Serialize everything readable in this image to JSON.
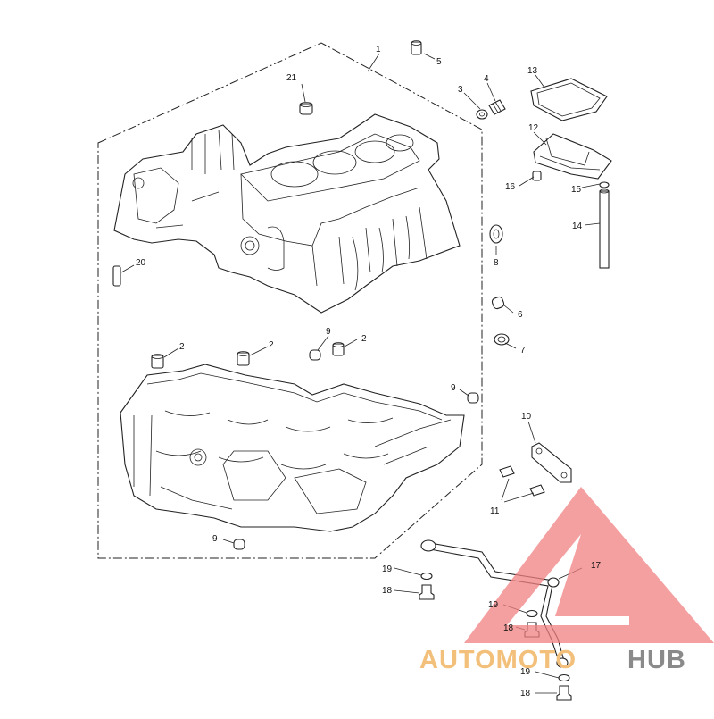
{
  "diagram": {
    "callouts": [
      {
        "id": "c1",
        "label": "1"
      },
      {
        "id": "c2a",
        "label": "2"
      },
      {
        "id": "c2b",
        "label": "2"
      },
      {
        "id": "c2c",
        "label": "2"
      },
      {
        "id": "c3",
        "label": "3"
      },
      {
        "id": "c4",
        "label": "4"
      },
      {
        "id": "c5",
        "label": "5"
      },
      {
        "id": "c6",
        "label": "6"
      },
      {
        "id": "c7",
        "label": "7"
      },
      {
        "id": "c8",
        "label": "8"
      },
      {
        "id": "c9a",
        "label": "9"
      },
      {
        "id": "c9b",
        "label": "9"
      },
      {
        "id": "c9c",
        "label": "9"
      },
      {
        "id": "c10",
        "label": "10"
      },
      {
        "id": "c11",
        "label": "11"
      },
      {
        "id": "c12",
        "label": "12"
      },
      {
        "id": "c13",
        "label": "13"
      },
      {
        "id": "c14",
        "label": "14"
      },
      {
        "id": "c15",
        "label": "15"
      },
      {
        "id": "c16",
        "label": "16"
      },
      {
        "id": "c17",
        "label": "17"
      },
      {
        "id": "c18a",
        "label": "18"
      },
      {
        "id": "c18b",
        "label": "18"
      },
      {
        "id": "c18c",
        "label": "18"
      },
      {
        "id": "c19a",
        "label": "19"
      },
      {
        "id": "c19b",
        "label": "19"
      },
      {
        "id": "c19c",
        "label": "19"
      },
      {
        "id": "c20",
        "label": "20"
      },
      {
        "id": "c21",
        "label": "21"
      }
    ]
  },
  "watermark": {
    "part1": "AUTOMOTO",
    "part2": "HUB",
    "colors": {
      "triangle": "#f08080",
      "auto_text": "#f2c07a",
      "hub_text": "#8a8a8a"
    }
  }
}
